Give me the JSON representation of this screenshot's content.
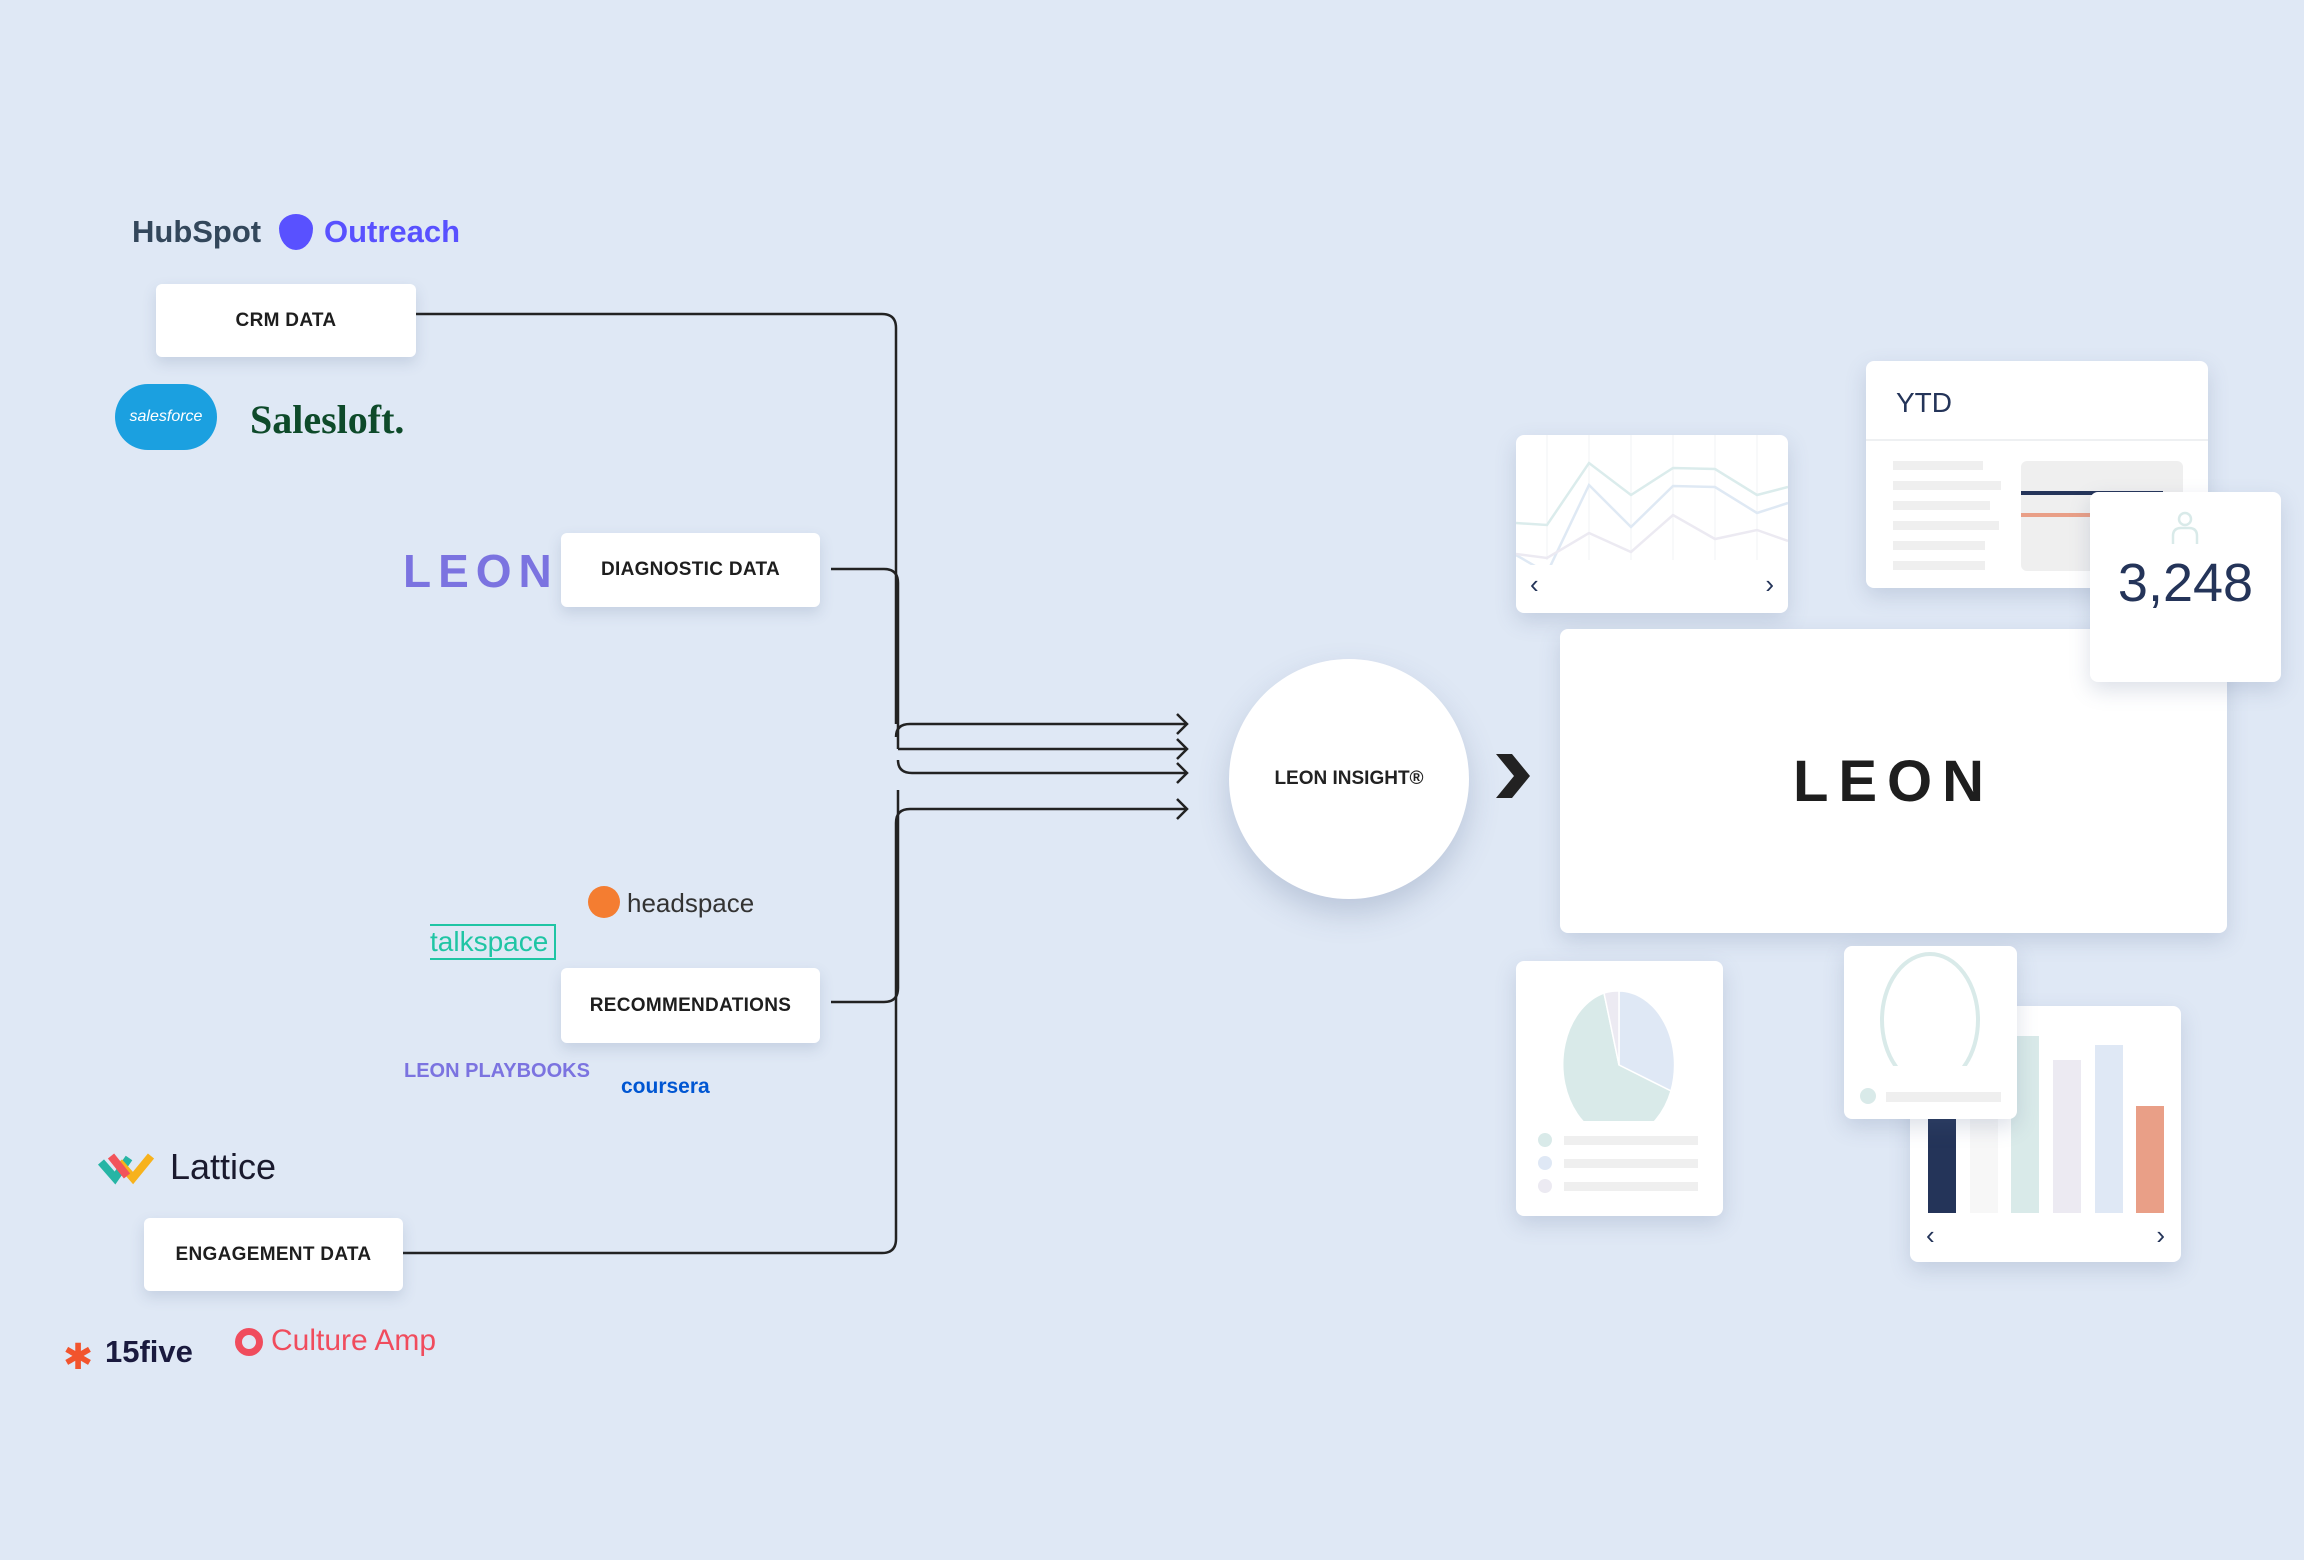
{
  "sources": {
    "crm": {
      "label": "CRM DATA",
      "logos": [
        "HubSpot",
        "Outreach",
        "salesforce",
        "Salesloft."
      ]
    },
    "diagnostic": {
      "label": "DIAGNOSTIC DATA",
      "logos": [
        "LEON"
      ]
    },
    "recommendations": {
      "label": "RECOMMENDATIONS",
      "logos": [
        "headspace",
        "talkspace",
        "LEON PLAYBOOKS",
        "coursera"
      ]
    },
    "engagement": {
      "label": "ENGAGEMENT DATA",
      "logos": [
        "Lattice",
        "15five",
        "Culture Amp"
      ]
    }
  },
  "hub": {
    "label": "LEON INSIGHT®"
  },
  "output": {
    "brand": "LEON",
    "ytd_title": "YTD",
    "metric_value": "3,248",
    "colors": {
      "navy": "#243459",
      "salmon": "#e99f87",
      "mint": "#d9eae9",
      "lavender": "#e9e7ef",
      "sky": "#dfe8f5"
    }
  }
}
